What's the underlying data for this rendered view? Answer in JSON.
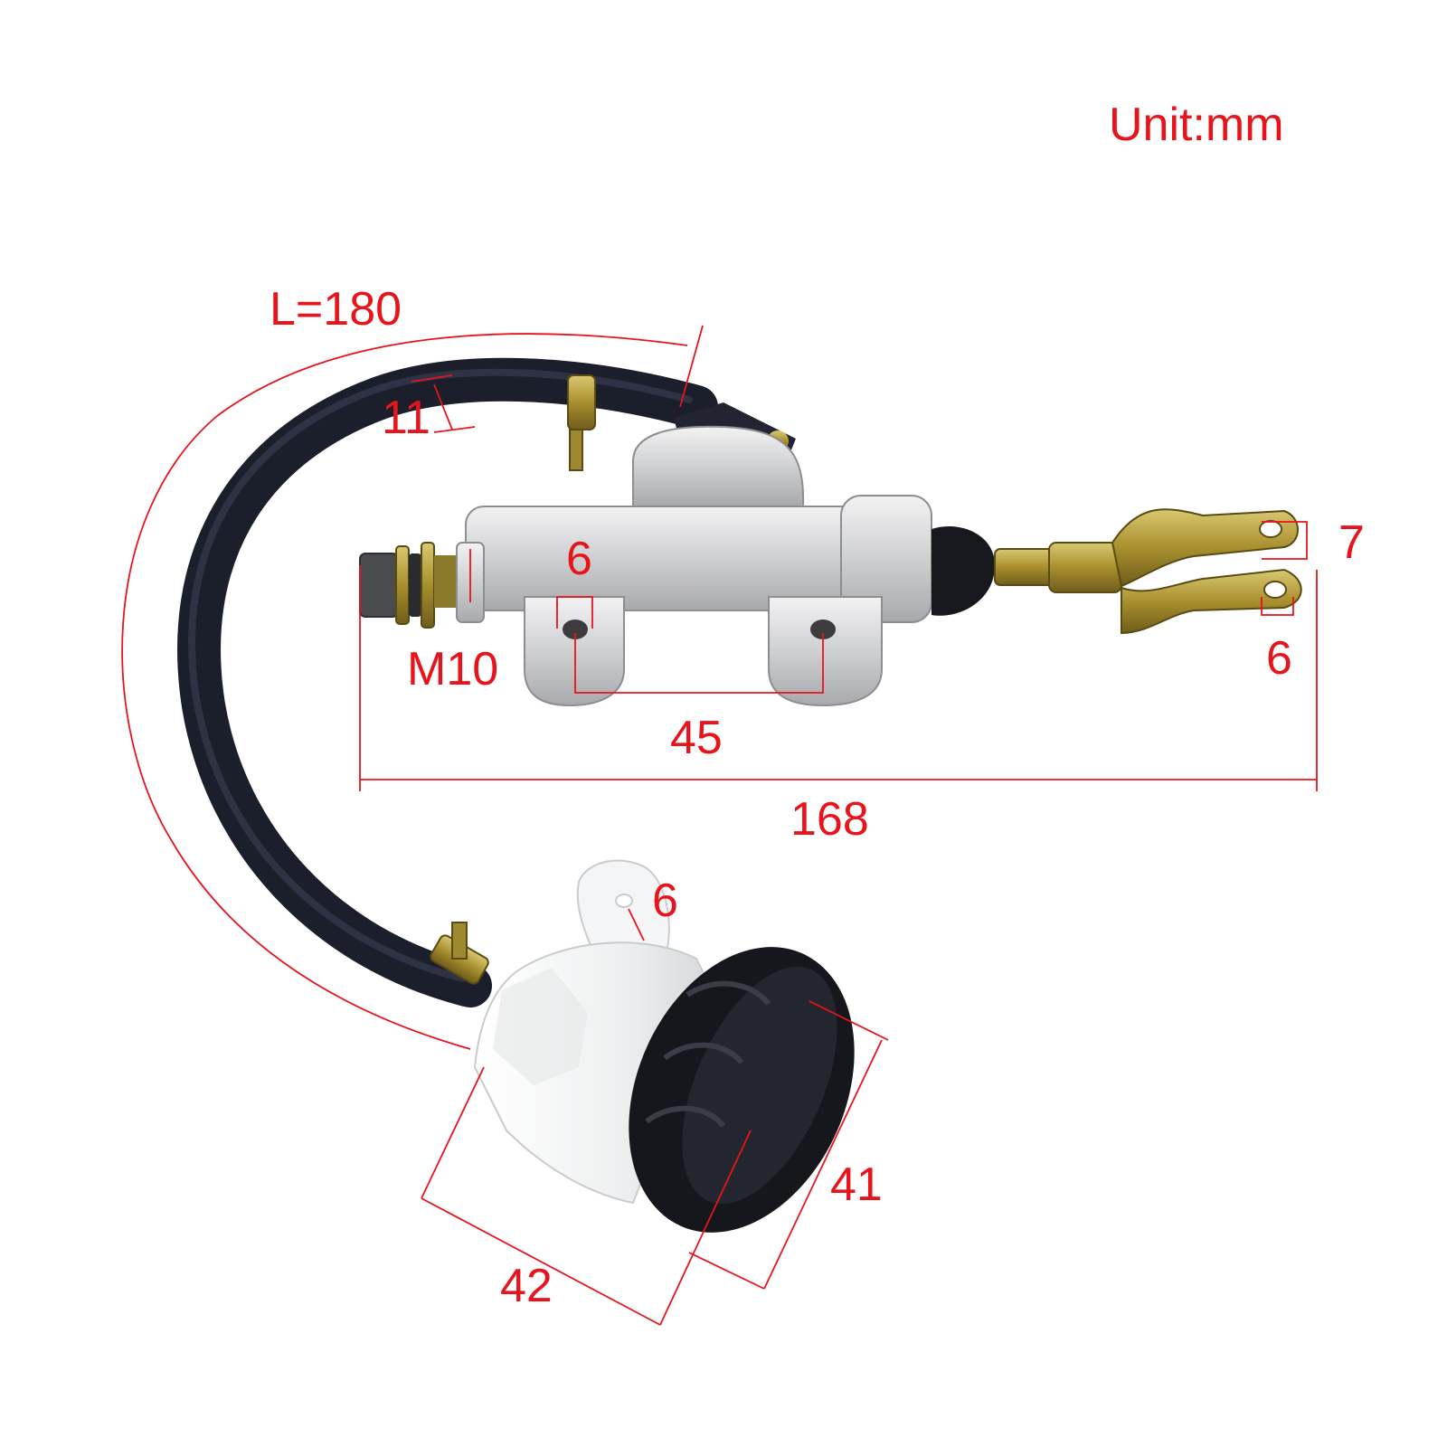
{
  "unit_label": "Unit:mm",
  "colors": {
    "dimension": "#e8141c",
    "hose": "#1e2130",
    "body": "#cfd0d2",
    "brass": "#b7a23a",
    "reservoir": "#f1f3f4",
    "cap": "#15171c"
  },
  "dimensions": {
    "hose_length": "L=180",
    "hose_diameter": "11",
    "clevis_slot": "7",
    "clevis_hole": "6",
    "mount_hole": "6",
    "thread": "M10",
    "mount_spacing": "45",
    "overall_length": "168",
    "reservoir_tab_hole": "6",
    "reservoir_diameter": "41",
    "reservoir_height": "42"
  }
}
